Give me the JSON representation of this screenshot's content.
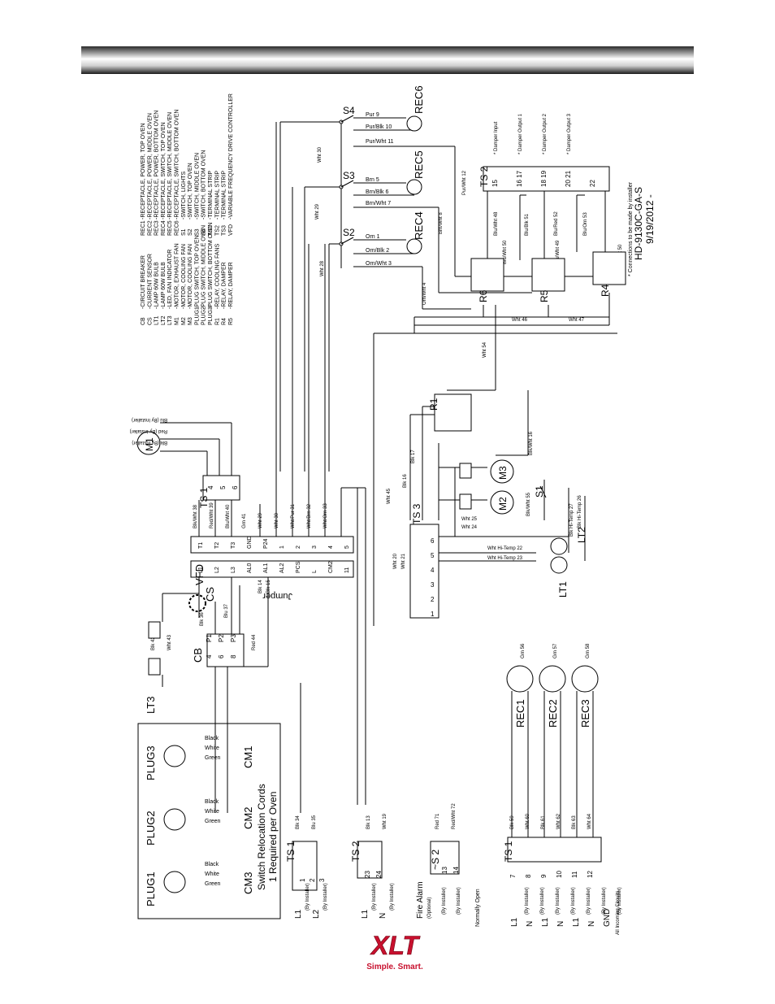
{
  "header": {
    "title": ""
  },
  "diagram": {
    "part_number": "HD-9130C-GA-S",
    "date": "9/19/2012 -",
    "installer_note": "* Connections to be made by installer",
    "legend_left": [
      {
        "code": "CB",
        "desc": "-CIRCUIT BREAKER"
      },
      {
        "code": "CS",
        "desc": "-CURRENT SENSOR"
      },
      {
        "code": "LT1",
        "desc": "-LAMP 60W BULB"
      },
      {
        "code": "LT2",
        "desc": "-LAMP 60W BULB"
      },
      {
        "code": "LT3",
        "desc": "-LED, FAN INDICATOR"
      },
      {
        "code": "M1",
        "desc": "-MOTOR, EXHAUST FAN"
      },
      {
        "code": "M2",
        "desc": "-MOTOR, COOLING FAN"
      },
      {
        "code": "M3",
        "desc": "-MOTOR, COOLING FAN"
      },
      {
        "code": "PLUG1",
        "desc": "-PLUG SWITCH, TOP OVEN"
      },
      {
        "code": "PLUG2",
        "desc": "-PLUG SWITCH, MIDDLE OVEN"
      },
      {
        "code": "PLUG3",
        "desc": "-PLUG SWITCH, BOTTOM OVEN"
      },
      {
        "code": "R1",
        "desc": "-RELAY, COOLING FANS"
      },
      {
        "code": "R4",
        "desc": "-RELAY, DAMPER"
      },
      {
        "code": "R5",
        "desc": "-RELAY, DAMPER"
      }
    ],
    "legend_right": [
      {
        "code": "REC1",
        "desc": "-RECEPTACLE, POWER, TOP OVEN"
      },
      {
        "code": "REC2",
        "desc": "-RECEPTACLE, POWER, MIDDLE OVEN"
      },
      {
        "code": "REC3",
        "desc": "-RECEPTACLE, POWER, BOTTOM OVEN"
      },
      {
        "code": "REC4",
        "desc": "-RECEPTACLE, SWITCH, TOP OVEN"
      },
      {
        "code": "REC5",
        "desc": "-RECEPTACLE, SWITCH, MIDDLE OVEN"
      },
      {
        "code": "REC6",
        "desc": "-RECEPTACLE, SWITCH, BOTTOM OVEN"
      },
      {
        "code": "S1",
        "desc": "-SWITCH, LIGHTS"
      },
      {
        "code": "S2",
        "desc": "-SWITCH, TOP OVEN"
      },
      {
        "code": "S3",
        "desc": "-SWITCH, MIDDLE OVEN"
      },
      {
        "code": "S4",
        "desc": "-SWITCH, BOTTOM OVEN"
      },
      {
        "code": "TS1",
        "desc": "-TERMINAL STRIP"
      },
      {
        "code": "TS2",
        "desc": "-TERMINAL STRIP"
      },
      {
        "code": "TS3",
        "desc": "-TERMINAL STRIP"
      },
      {
        "code": "VFD",
        "desc": "-VARIABLE FREQUENCY DRIVE CONTROLLER"
      }
    ],
    "components": {
      "m1": "M1",
      "m2": "M2",
      "m3": "M3",
      "cb": "CB",
      "cs": "CS",
      "vfd": "VFD",
      "ts1_top": "TS 1",
      "ts3": "TS 3",
      "ts2_right": "TS 2",
      "r1": "R1",
      "r4": "R4",
      "r5": "R5",
      "r6": "R6",
      "lt1": "LT1",
      "lt2": "LT2",
      "lt3": "LT3",
      "s1": "S1",
      "s2": "S2",
      "s3": "S3",
      "s4": "S4",
      "rec1": "REC1",
      "rec2": "REC2",
      "rec3": "REC3",
      "rec4": "REC4",
      "rec5": "REC5",
      "rec6": "REC6",
      "plug1": "PLUG1",
      "plug2": "PLUG2",
      "plug3": "PLUG3",
      "cm1": "CM1",
      "cm2": "CM2",
      "cm3": "CM3",
      "jumper": "Jumper"
    },
    "cords": {
      "title": "Switch Relocation Cords",
      "subtitle": "1 Required per Oven",
      "black": "Black",
      "white": "White",
      "green": "Green"
    },
    "ts1_top_terminals": [
      "4",
      "5",
      "6"
    ],
    "m1_wires": [
      "Blu (By Installer)",
      "Red (By Installer)",
      "Blk (By Installer)"
    ],
    "vfd_wires": [
      "Blk/Wht 38",
      "Red/Wht 39",
      "Blu/Wht 40",
      "Grn 41",
      "Wht 29",
      "Wht 30",
      "Wht/Pur 31",
      "Wht/Brn 32",
      "Wht/Orn 33"
    ],
    "vfd_top_terminals": [
      "T1",
      "T2",
      "T3",
      "GND",
      "P24",
      "1",
      "2",
      "3",
      "4",
      "5"
    ],
    "vfd_bottom_terminals": [
      "L1",
      "L2",
      "L3",
      "AL0",
      "AL1",
      "AL2",
      "PCS",
      "L",
      "CM2",
      "11"
    ],
    "cb_terminals": [
      "P1",
      "4",
      "P2",
      "6",
      "P3",
      "8"
    ],
    "cb_wires": [
      "Blk 36",
      "Blu 37",
      "Red 44",
      "Blk 42",
      "Wht 43",
      "Blk 14",
      "Blk 15"
    ],
    "ts3_terminals": [
      "6",
      "5",
      "4",
      "3",
      "2",
      "1"
    ],
    "ts3_wires": [
      "Wht 24",
      "Wht 25",
      "Wht 45",
      "Wht 20",
      "Wht 21",
      "Blk 16",
      "Blk 17",
      "Wht Hi-Temp 22",
      "Wht Hi-Temp 23",
      "Blk/Wht 55",
      "Blk/Wht 16",
      "Blk Hi-Temp 27",
      "Blk Hi-Temp 26"
    ],
    "switch_wires": {
      "s4": [
        "Pur 9",
        "Pur/Blk 10",
        "Pur/Wht 11"
      ],
      "s3": [
        "Brn 5",
        "Brn/Blk 6",
        "Brn/Wht 7"
      ],
      "s2": [
        "Orn 1",
        "Orn/Blk 2",
        "Orn/Wht 3"
      ],
      "feeds": [
        "Wht 30",
        "Wht 29",
        "Wht 28"
      ]
    },
    "relay_wires": [
      "Pur/Wht 12",
      "Brn/Wht 8",
      "Orn/Wht 4",
      "Blu/Wht 48",
      "Blu/Blk 51",
      "Blu/Red 52",
      "Blu/Orn 53",
      "Blu/Wht 50",
      "Blu/Wht 49",
      "Blu/Wht 50",
      "Wht 46",
      "Wht 47",
      "Wht 54"
    ],
    "ts2_right_rows": [
      {
        "terms": "15",
        "note": "* Damper Input"
      },
      {
        "terms": "16  17",
        "note": "* Damper Output 1"
      },
      {
        "terms": "18  19",
        "note": "* Damper Output 2"
      },
      {
        "terms": "20  21",
        "note": "* Damper Output 3"
      },
      {
        "terms": "22",
        "note": ""
      }
    ],
    "rec_ground": [
      "Grn 56",
      "Grn 57",
      "Grn 58"
    ],
    "bottom_blocks": {
      "ts1": {
        "label": "TS 1",
        "terms": [
          "1",
          "2",
          "3"
        ],
        "lines": [
          "L1",
          "L2"
        ],
        "installer": [
          "(By Installer)",
          "(By Installer)"
        ],
        "wires": [
          "Blk 34",
          "Blu 35"
        ]
      },
      "ts2": {
        "label": "TS 2",
        "terms": [
          "23",
          "24"
        ],
        "lines": [
          "L1",
          "N"
        ],
        "installer": [
          "(By Installer)",
          "(By Installer)"
        ],
        "wires": [
          "Blk 13",
          "Wht 19"
        ]
      },
      "s2": {
        "label": "~S 2",
        "terms": [
          "13",
          "14"
        ],
        "installer": [
          "(By Installer)",
          "(By Installer)"
        ],
        "wires": [
          "Red 71",
          "Red/Wht 72"
        ],
        "alarm": "Fire Alarm",
        "optional": "(Optional)",
        "normally_open": "Normally Open"
      },
      "ts1b": {
        "label": "TS 1",
        "terms": [
          "7",
          "8",
          "9",
          "10",
          "11",
          "12"
        ],
        "lines": [
          "L1",
          "N",
          "L1",
          "N",
          "L1",
          "N",
          "GND"
        ],
        "gnd_note": "All Incoming Circuits",
        "installer": [
          "(By Installer)",
          "(By Installer)",
          "(By Installer)",
          "(By Installer)",
          "(By Installer)",
          "(By Installer)",
          "(By Installer)"
        ],
        "wires": [
          "Blk 59",
          "Wht 60",
          "Blk 61",
          "Wht 62",
          "Blk 63",
          "Wht 64"
        ]
      }
    }
  },
  "footer": {
    "brand": "XLT",
    "tagline": "Simple. Smart."
  },
  "colors": {
    "brand_red": "#c8102e",
    "line": "#000000"
  }
}
